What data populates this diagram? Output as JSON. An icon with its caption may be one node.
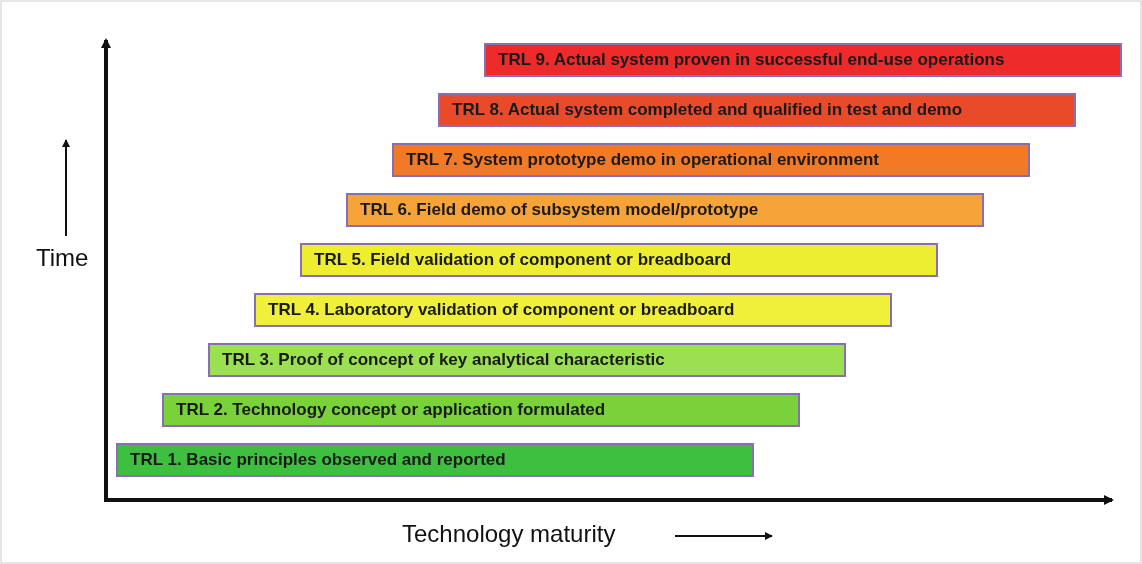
{
  "diagram": {
    "nodes": [
      {
        "text": [
          "TRL 1. Basic principles observed and reported"
        ]
      },
      {
        "text": [
          "TRL 2. Technology concept or application formulated"
        ]
      },
      {
        "text": [
          "TRL 3. Proof of concept of key analytical characteristic"
        ]
      },
      {
        "text": [
          "TRL 4. Laboratory validation of component or breadboard"
        ]
      },
      {
        "text": [
          "TRL 5. Field validation of component or breadboard"
        ]
      },
      {
        "text": [
          "TRL 6. Field demo of subsystem model/prototype"
        ]
      },
      {
        "text": [
          "TRL 7. System prototype demo in operational environment"
        ]
      },
      {
        "text": [
          "TRL 8. Actual system completed and qualified in test and demo"
        ]
      },
      {
        "text": [
          "TRL 9. Actual system proven in successful end-use operations"
        ]
      }
    ],
    "labels": [
      "Time",
      "Technology maturity"
    ]
  }
}
